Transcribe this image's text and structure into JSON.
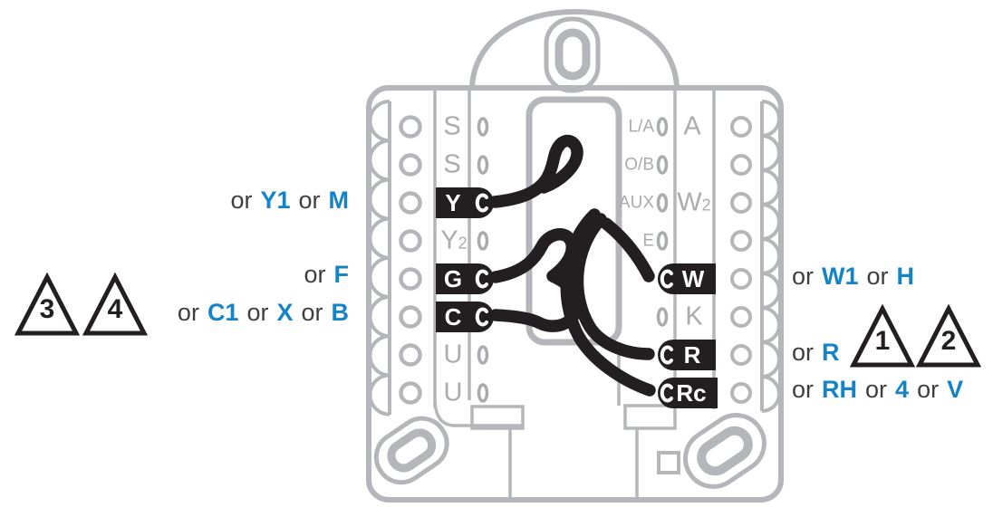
{
  "diagram_title": "thermostat-wallplate-wiring",
  "colors": {
    "plate_gray": "#b4b6b9",
    "label_gray": "#a9abae",
    "wire_black": "#231f20",
    "accent_blue": "#1584c4",
    "text_dark": "#3e3e40"
  },
  "terminals": {
    "left_gray": {
      "s1": "S",
      "s2": "S",
      "y2_main": "Y",
      "y2_sub": "2",
      "u1": "U",
      "u2": "U"
    },
    "left_pills": {
      "y": "Y",
      "g": "G",
      "c": "C"
    },
    "right_col1": {
      "la": "L/A",
      "ob": "O/B",
      "aux": "AUX",
      "e": "E"
    },
    "right_col2": {
      "a": "A",
      "w2_main": "W",
      "w2_sub": "2",
      "k": "K"
    },
    "right_pills": {
      "w": "W",
      "r": "R",
      "rc": "Rc"
    }
  },
  "annotations": {
    "y_alt": {
      "w1": "or",
      "b1": "Y1",
      "w2": "or",
      "b2": "M"
    },
    "g_alt": {
      "w1": "or",
      "b1": "F"
    },
    "c_alt": {
      "w1": "or",
      "b1": "C1",
      "w2": "or",
      "b2": "X",
      "w3": "or",
      "b3": "B"
    },
    "w_alt": {
      "w1": "or",
      "b1": "W1",
      "w2": "or",
      "b2": "H"
    },
    "r_alt": {
      "w1": "or",
      "b1": "R"
    },
    "rc_alt": {
      "w1": "or",
      "b1": "RH",
      "w2": "or",
      "b2": "4",
      "w3": "or",
      "b3": "V"
    }
  },
  "callouts": {
    "t3": "3",
    "t4": "4",
    "t1": "1",
    "t2": "2"
  }
}
